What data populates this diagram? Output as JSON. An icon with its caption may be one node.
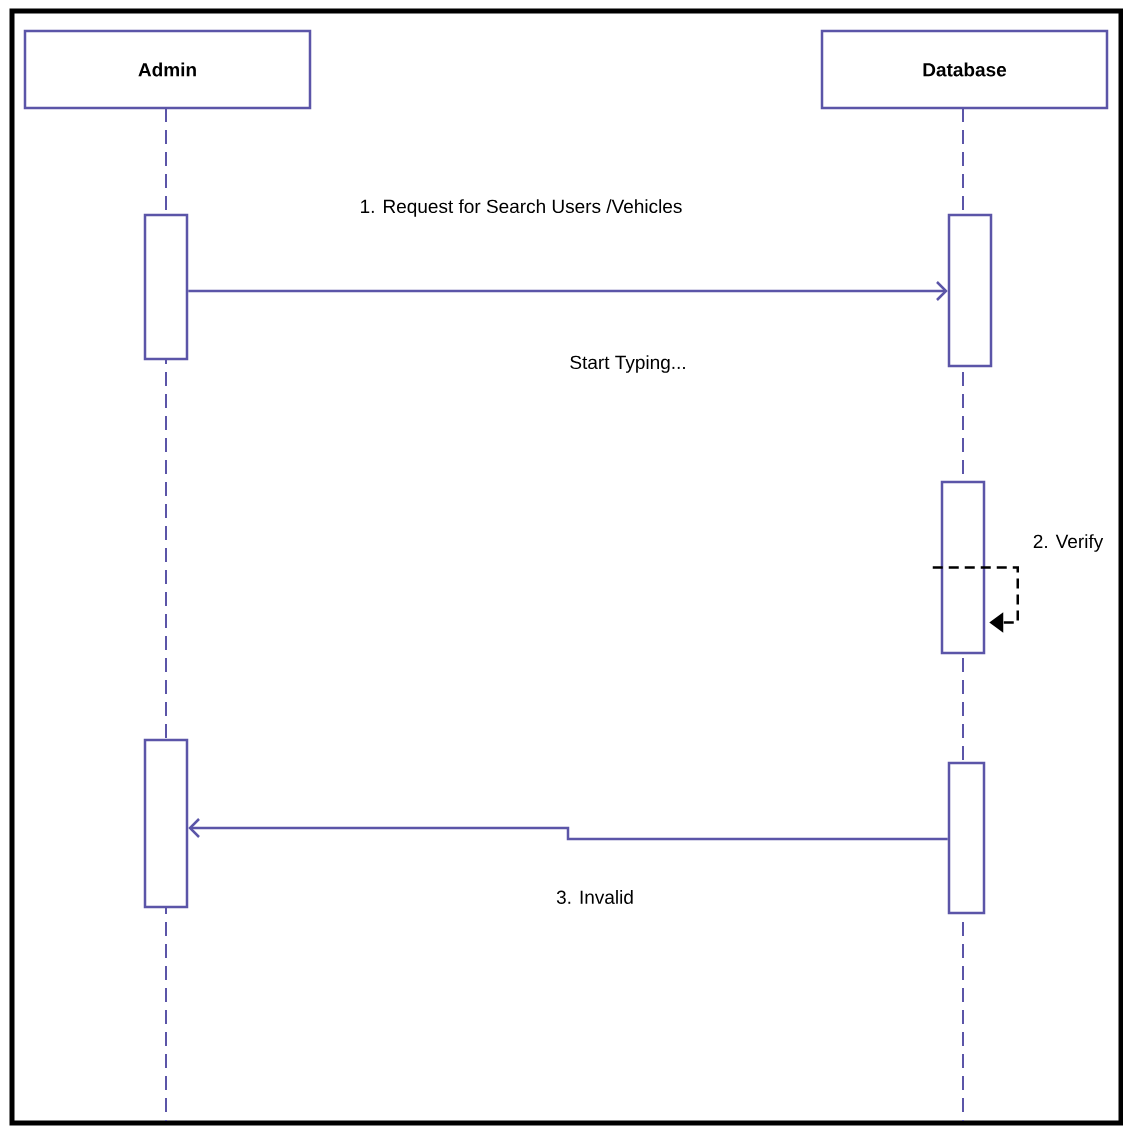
{
  "diagram": {
    "nodes": [
      {
        "text": [
          "Admin"
        ]
      },
      {
        "text": [
          "Database"
        ]
      },
      {
        "text": [],
        "shape": "bar"
      },
      {
        "text": [],
        "shape": "bar"
      },
      {
        "text": [],
        "shape": "bar"
      },
      {
        "text": [],
        "shape": "bar"
      },
      {
        "text": [],
        "shape": "bar"
      }
    ],
    "edges": [
      {
        "from": 2,
        "to": 3,
        "arrow": "to",
        "label": "1. Request for Search Users /Vehicles"
      },
      {
        "from": 4,
        "to": 4,
        "arrow": "to",
        "label": "2. Verify",
        "style": "dashed",
        "color": "#000000"
      },
      {
        "from": 6,
        "to": 5,
        "arrow": "to",
        "label": "3. Invalid"
      }
    ],
    "labels": [
      "Start Typing..."
    ]
  }
}
